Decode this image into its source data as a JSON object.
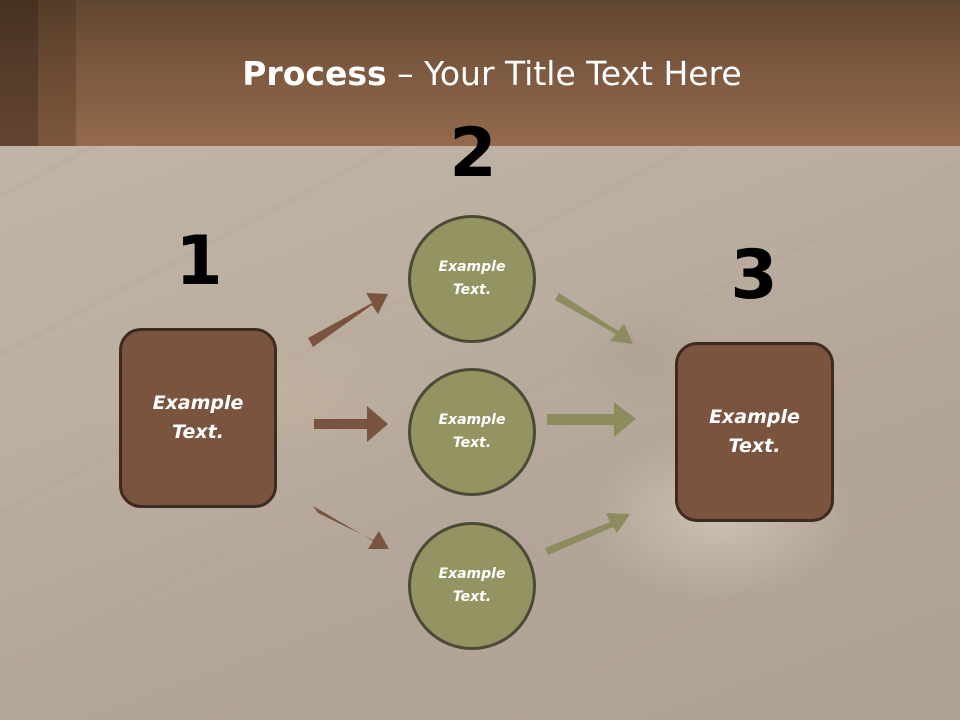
{
  "title": {
    "bold": "Process",
    "rest": " – Your Title Text Here"
  },
  "steps": {
    "one": "1",
    "two": "2",
    "three": "3"
  },
  "box_left": "Example\nText.",
  "box_right": "Example\nText.",
  "circles": [
    "Example\nText.",
    "Example\nText.",
    "Example\nText."
  ],
  "colors": {
    "title_bar": "#7b583f",
    "box_fill": "#7b5440",
    "circle_fill": "#949463",
    "arrow_brown": "#7b5440",
    "arrow_olive": "#8c8c5e"
  }
}
